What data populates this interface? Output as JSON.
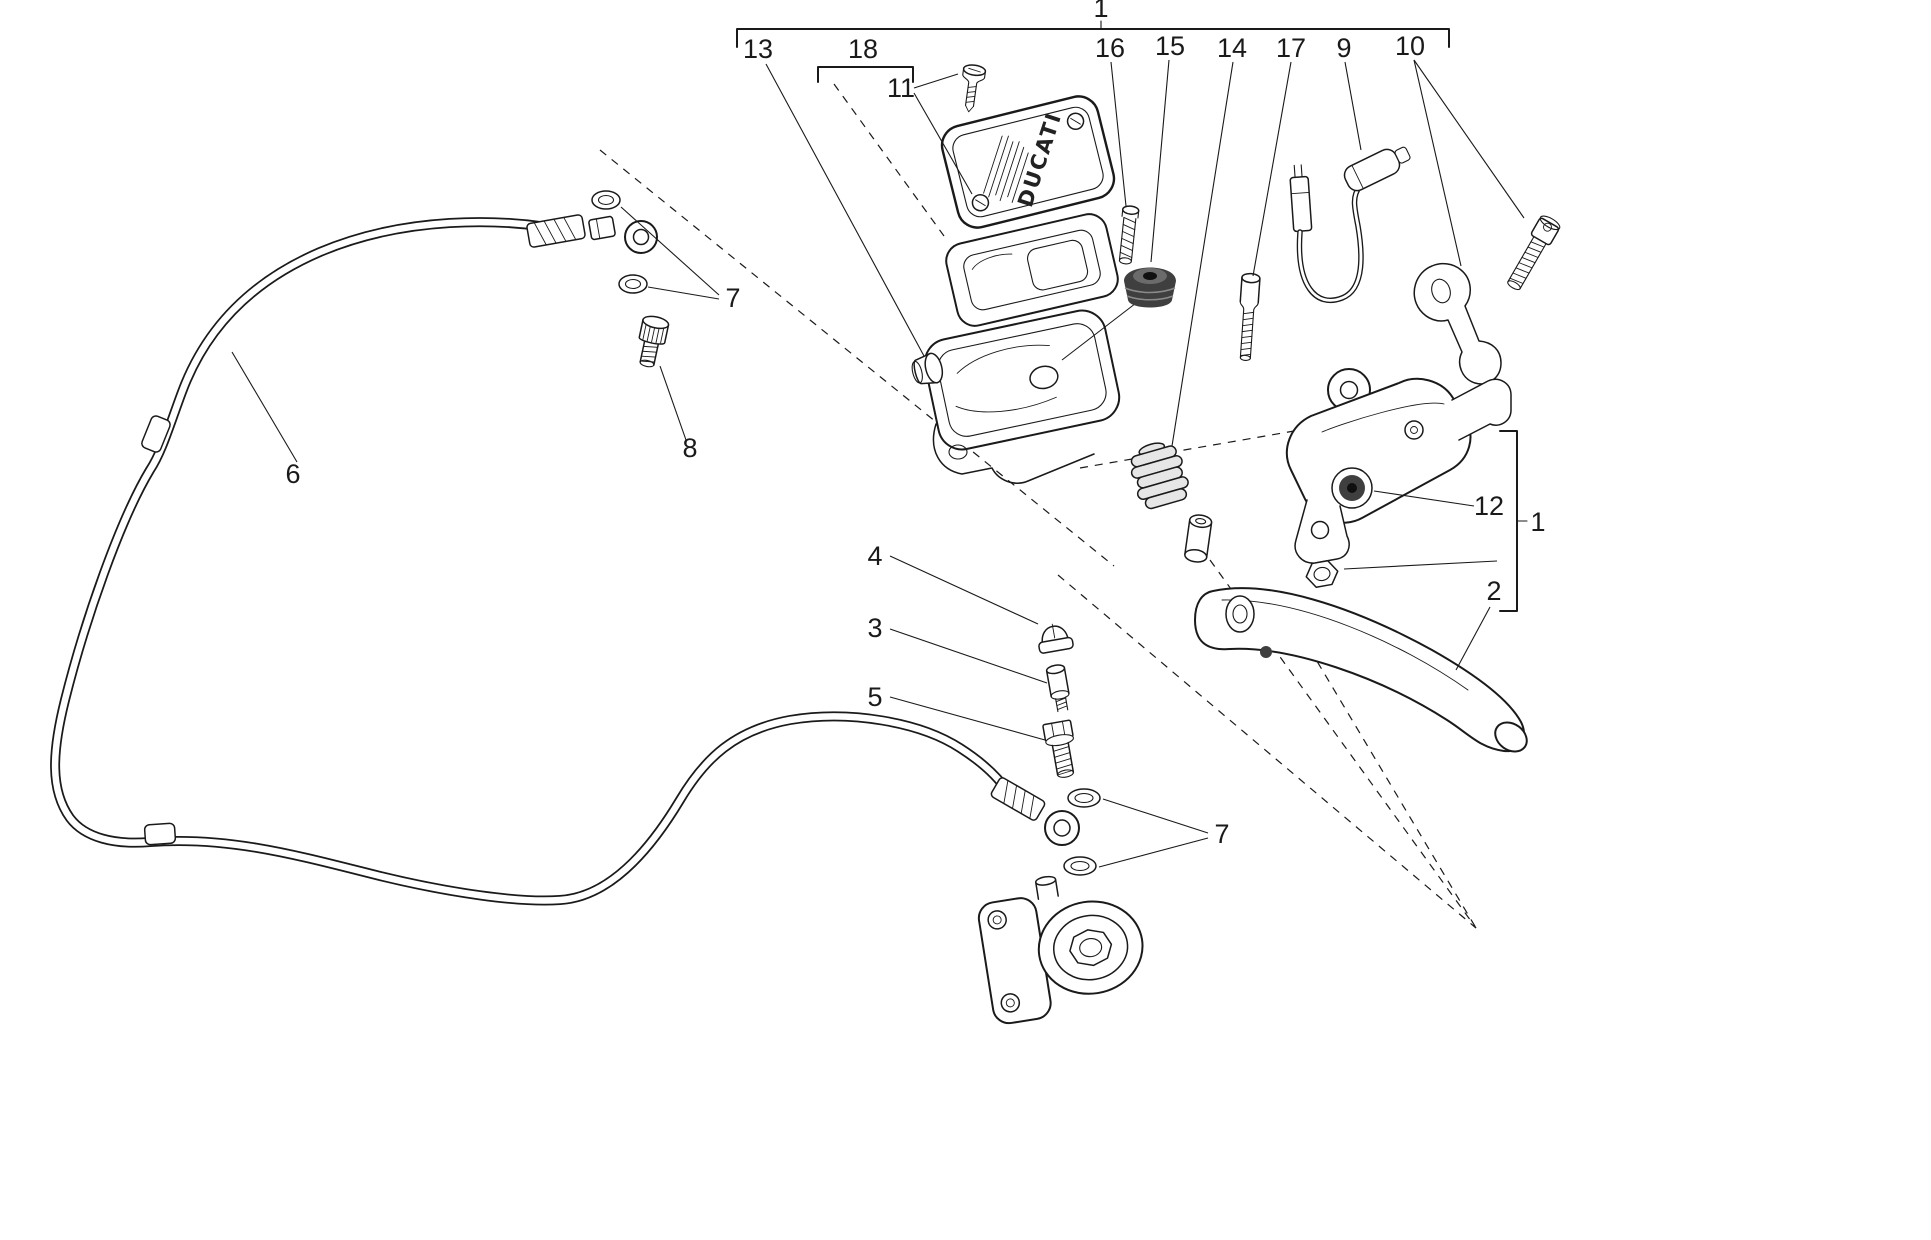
{
  "theme": {
    "line": "#1a1a1a",
    "bg": "#ffffff",
    "dark": "#3f3f3f"
  },
  "brand": {
    "logo_text": "DUCATI"
  },
  "callouts": {
    "c1_top": "1",
    "c13": "13",
    "c18": "18",
    "c11": "11",
    "c16": "16",
    "c15": "15",
    "c14": "14",
    "c17": "17",
    "c9": "9",
    "c10": "10",
    "c7_upper": "7",
    "c8": "8",
    "c6": "6",
    "c4": "4",
    "c3": "3",
    "c5": "5",
    "c7_lower": "7",
    "c12": "12",
    "c1_right": "1",
    "c2": "2"
  }
}
